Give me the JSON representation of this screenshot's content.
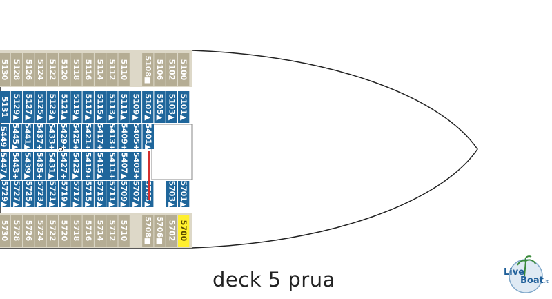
{
  "title": "deck 5 prua",
  "logo": {
    "word1": "Live",
    "word2": "Boat",
    "suffix": ".it"
  },
  "colors": {
    "inside": "#b5ad94",
    "balcony": "#1f669b",
    "highlight": "#ffef2e",
    "hull": "#ffffff",
    "outline": "#222222",
    "accent_red": "#d32f2f"
  },
  "rows": {
    "top_inside": [
      "5130",
      "5128",
      "5126",
      "5124",
      "5122",
      "5120",
      "5118",
      "5116",
      "5114",
      "5112",
      "5110",
      "",
      "5108■",
      "5106",
      "5102",
      "5100"
    ],
    "top_balcony": [
      "5131",
      "5129▲",
      "5127▲",
      "5125▲",
      "5123▲",
      "5121▲",
      "5119▲",
      "5117▲",
      "5115▲",
      "5113▲",
      "5111▲",
      "5109▲",
      "5107▲",
      "5105▲",
      "5103▲",
      "5101▲"
    ],
    "upper_mid": [
      "5449",
      "5445▲",
      "5441▲",
      "5437+",
      "5433+",
      "5429+",
      "5425+",
      "5421+",
      "5417+",
      "5413+",
      "5409+",
      "5405+",
      "5401▲"
    ],
    "lower_mid": [
      "5447▲",
      "5443+",
      "5439▲",
      "5435+",
      "5431▲",
      "5427+",
      "5423▲",
      "5419+",
      "5415▲",
      "5411+",
      "5407▲",
      "5403+"
    ],
    "bottom_balcony": [
      "5729▲",
      "5727▲",
      "5725▲",
      "5723▲",
      "5721▲",
      "5719▲",
      "5717▲",
      "5715▲",
      "5713▲",
      "5711▲",
      "5709▲",
      "5707▲",
      "5705▲",
      "",
      "5703▲",
      "5701▲"
    ],
    "bottom_inside": [
      "5730",
      "5728",
      "5726",
      "5724",
      "5722",
      "5720",
      "5718",
      "5716",
      "5714",
      "5712",
      "5710",
      "",
      "5708■",
      "5706■",
      "5702",
      "5700"
    ]
  }
}
